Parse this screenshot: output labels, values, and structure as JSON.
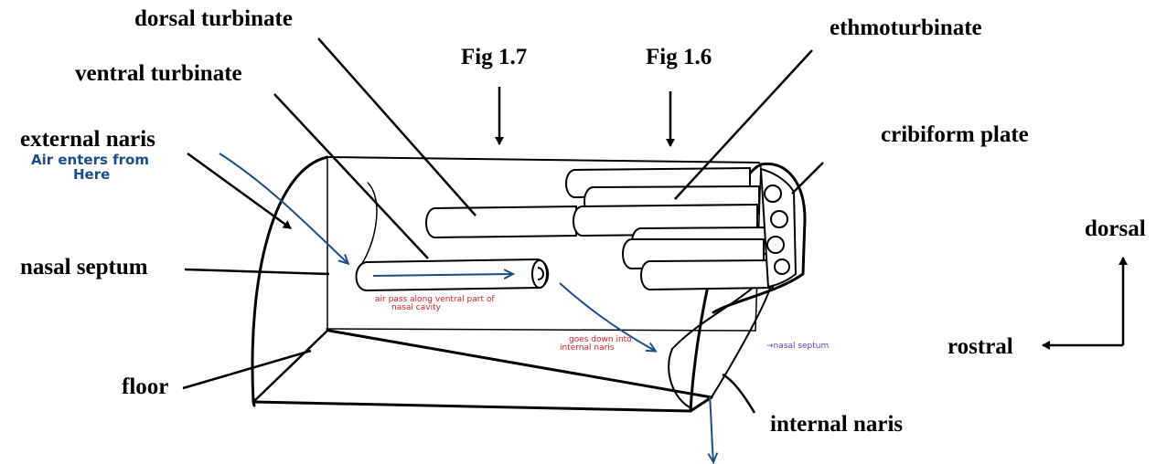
{
  "labels": {
    "dorsal_turbinate": "dorsal turbinate",
    "ventral_turbinate": "ventral turbinate",
    "fig_1_7": "Fig 1.7",
    "fig_1_6": "Fig 1.6",
    "ethmoturbinate": "ethmoturbinate",
    "external_naris": "external naris",
    "cribiform_plate": "cribiform plate",
    "nasal_septum": "nasal septum",
    "floor": "floor",
    "internal_naris": "internal naris",
    "dorsal": "dorsal",
    "rostral": "rostral"
  },
  "annotations": {
    "air_enters_1": "Air enters from",
    "air_enters_2": "Here",
    "air_pass_1": "air pass along ventral part of",
    "air_pass_2": "nasal cavity",
    "goes_down_1": "goes down into",
    "goes_down_2": "internal naris",
    "nasal_septum_note": "→nasal septum"
  },
  "colors": {
    "ink": "#000000",
    "airflow": "#1a4f8c",
    "note_red": "#d0202a",
    "note_purple": "#6b3fa0"
  }
}
